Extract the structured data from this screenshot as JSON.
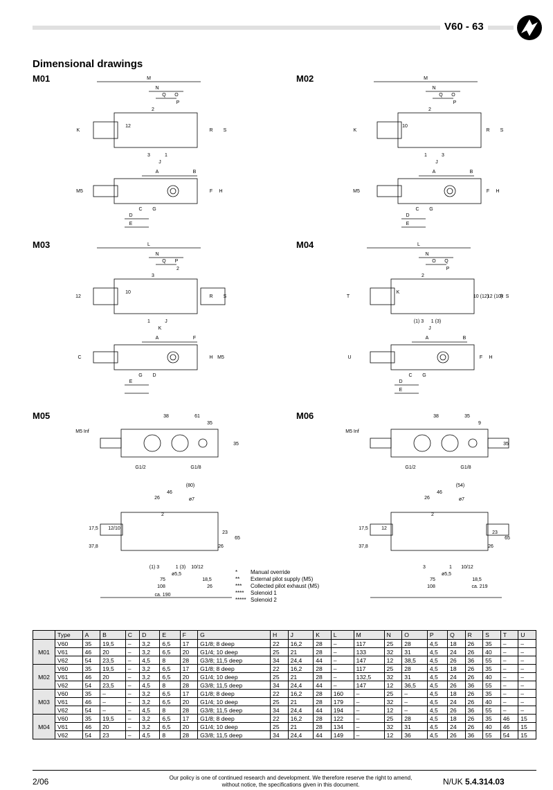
{
  "header": {
    "page_code": "V60 - 63"
  },
  "section_title": "Dimensional drawings",
  "drawings": [
    {
      "id": "M01",
      "side_labels": [
        "M",
        "N",
        "Q",
        "O",
        "P",
        "2",
        "3",
        "1",
        "J",
        "K",
        "12",
        "R",
        "S"
      ],
      "bottom_labels": [
        "A",
        "B",
        "F",
        "H",
        "M5",
        "C",
        "G",
        "D",
        "E"
      ]
    },
    {
      "id": "M02",
      "side_labels": [
        "M",
        "N",
        "Q",
        "O",
        "P",
        "2",
        "1",
        "3",
        "J",
        "K",
        "10",
        "R",
        "S"
      ],
      "bottom_labels": [
        "A",
        "B",
        "F",
        "H",
        "M5",
        "C",
        "G",
        "D",
        "E"
      ]
    },
    {
      "id": "M03",
      "side_labels": [
        "L",
        "N",
        "Q",
        "P",
        "2",
        "3",
        "1",
        "J",
        "K",
        "12",
        "10",
        "R",
        "S"
      ],
      "bottom_labels": [
        "A",
        "F",
        "H",
        "M5",
        "C",
        "G",
        "D",
        "E"
      ]
    },
    {
      "id": "M04",
      "side_labels": [
        "L",
        "N",
        "O",
        "Q",
        "P",
        "2",
        "(1) 3",
        "1 (3)",
        "J",
        "T",
        "K",
        "10 (12)",
        "12 (10)",
        "R",
        "S"
      ],
      "bottom_labels": [
        "A",
        "B",
        "F",
        "H",
        "U",
        "C",
        "G",
        "D",
        "E"
      ]
    },
    {
      "id": "M05",
      "top_labels": [
        "38",
        "61",
        "35",
        "35",
        "M5 Inf",
        "G1/2",
        "G1/8"
      ],
      "side_labels": [
        "(80)",
        "46",
        "26",
        "ø7",
        "2",
        "12/10",
        "17,5",
        "37,8",
        "23",
        "65",
        "26",
        "(1) 3",
        "1 (3)",
        "10/12",
        "ø5,5",
        "75",
        "18,5",
        "108",
        "26",
        "ca. 190"
      ]
    },
    {
      "id": "M06",
      "top_labels": [
        "38",
        "35",
        "9",
        "35",
        "M5 Inf",
        "G1/2",
        "G1/8"
      ],
      "side_labels": [
        "(54)",
        "46",
        "26",
        "ø7",
        "2",
        "12",
        "17,5",
        "37,8",
        "23",
        "65",
        "26",
        "3",
        "1",
        "10/12",
        "ø5,5",
        "75",
        "18,5",
        "108",
        "ca. 219"
      ]
    }
  ],
  "notes": [
    {
      "mark": "*",
      "text": "Manual override"
    },
    {
      "mark": "**",
      "text": "External pilot supply (M5)"
    },
    {
      "mark": "***",
      "text": "Collected pilot exhaust (M5)"
    },
    {
      "mark": "****",
      "text": "Solenoid 1"
    },
    {
      "mark": "*****",
      "text": "Solenoid 2"
    }
  ],
  "table": {
    "headers": [
      "",
      "Type",
      "A",
      "B",
      "C",
      "D",
      "E",
      "F",
      "G",
      "H",
      "J",
      "K",
      "L",
      "M",
      "N",
      "O",
      "P",
      "Q",
      "R",
      "S",
      "T",
      "U"
    ],
    "groups": [
      {
        "name": "M01",
        "rows": [
          [
            "V60",
            "35",
            "19,5",
            "–",
            "3,2",
            "6,5",
            "17",
            "G1/8; 8 deep",
            "22",
            "16,2",
            "28",
            "–",
            "117",
            "25",
            "28",
            "4,5",
            "18",
            "26",
            "35",
            "–",
            "–"
          ],
          [
            "V61",
            "46",
            "20",
            "–",
            "3,2",
            "6,5",
            "20",
            "G1/4; 10 deep",
            "25",
            "21",
            "28",
            "–",
            "133",
            "32",
            "31",
            "4,5",
            "24",
            "26",
            "40",
            "–",
            "–"
          ],
          [
            "V62",
            "54",
            "23,5",
            "–",
            "4,5",
            "8",
            "28",
            "G3/8; 11,5 deep",
            "34",
            "24,4",
            "44",
            "–",
            "147",
            "12",
            "38,5",
            "4,5",
            "26",
            "36",
            "55",
            "–",
            "–"
          ]
        ]
      },
      {
        "name": "M02",
        "rows": [
          [
            "V60",
            "35",
            "19,5",
            "–",
            "3,2",
            "6,5",
            "17",
            "G1/8; 8 deep",
            "22",
            "16,2",
            "28",
            "–",
            "117",
            "25",
            "28",
            "4,5",
            "18",
            "26",
            "35",
            "–",
            "–"
          ],
          [
            "V61",
            "46",
            "20",
            "–",
            "3,2",
            "6,5",
            "20",
            "G1/4; 10 deep",
            "25",
            "21",
            "28",
            "–",
            "132,5",
            "32",
            "31",
            "4,5",
            "24",
            "26",
            "40",
            "–",
            "–"
          ],
          [
            "V62",
            "54",
            "23,5",
            "–",
            "4,5",
            "8",
            "28",
            "G3/8; 11,5 deep",
            "34",
            "24,4",
            "44",
            "–",
            "147",
            "12",
            "36,5",
            "4,5",
            "26",
            "36",
            "55",
            "–",
            "–"
          ]
        ]
      },
      {
        "name": "M03",
        "rows": [
          [
            "V60",
            "35",
            "–",
            "–",
            "3,2",
            "6,5",
            "17",
            "G1/8; 8 deep",
            "22",
            "16,2",
            "28",
            "160",
            "–",
            "25",
            "–",
            "4,5",
            "18",
            "26",
            "35",
            "–",
            "–"
          ],
          [
            "V61",
            "46",
            "–",
            "–",
            "3,2",
            "6,5",
            "20",
            "G1/4; 10 deep",
            "25",
            "21",
            "28",
            "179",
            "–",
            "32",
            "–",
            "4,5",
            "24",
            "26",
            "40",
            "–",
            "–"
          ],
          [
            "V62",
            "54",
            "–",
            "–",
            "4,5",
            "8",
            "28",
            "G3/8; 11,5 deep",
            "34",
            "24,4",
            "44",
            "194",
            "–",
            "12",
            "–",
            "4,5",
            "26",
            "36",
            "55",
            "–",
            "–"
          ]
        ]
      },
      {
        "name": "M04",
        "rows": [
          [
            "V60",
            "35",
            "19,5",
            "–",
            "3,2",
            "6,5",
            "17",
            "G1/8; 8 deep",
            "22",
            "16,2",
            "28",
            "122",
            "–",
            "25",
            "28",
            "4,5",
            "18",
            "26",
            "35",
            "46",
            "15"
          ],
          [
            "V61",
            "46",
            "20",
            "–",
            "3,2",
            "6,5",
            "20",
            "G1/4; 10 deep",
            "25",
            "21",
            "28",
            "134",
            "–",
            "32",
            "31",
            "4,5",
            "24",
            "26",
            "40",
            "46",
            "15"
          ],
          [
            "V62",
            "54",
            "23",
            "–",
            "4,5",
            "8",
            "28",
            "G3/8; 11,5 deep",
            "34",
            "24,4",
            "44",
            "149",
            "–",
            "12",
            "36",
            "4,5",
            "26",
            "36",
            "55",
            "54",
            "15"
          ]
        ]
      }
    ]
  },
  "footer": {
    "page": "2/06",
    "policy": "Our policy is one of continued research and development. We therefore reserve the right to amend, without notice, the specifications given in this document.",
    "doc_prefix": "N/UK ",
    "doc_code": "5.4.314.03"
  }
}
